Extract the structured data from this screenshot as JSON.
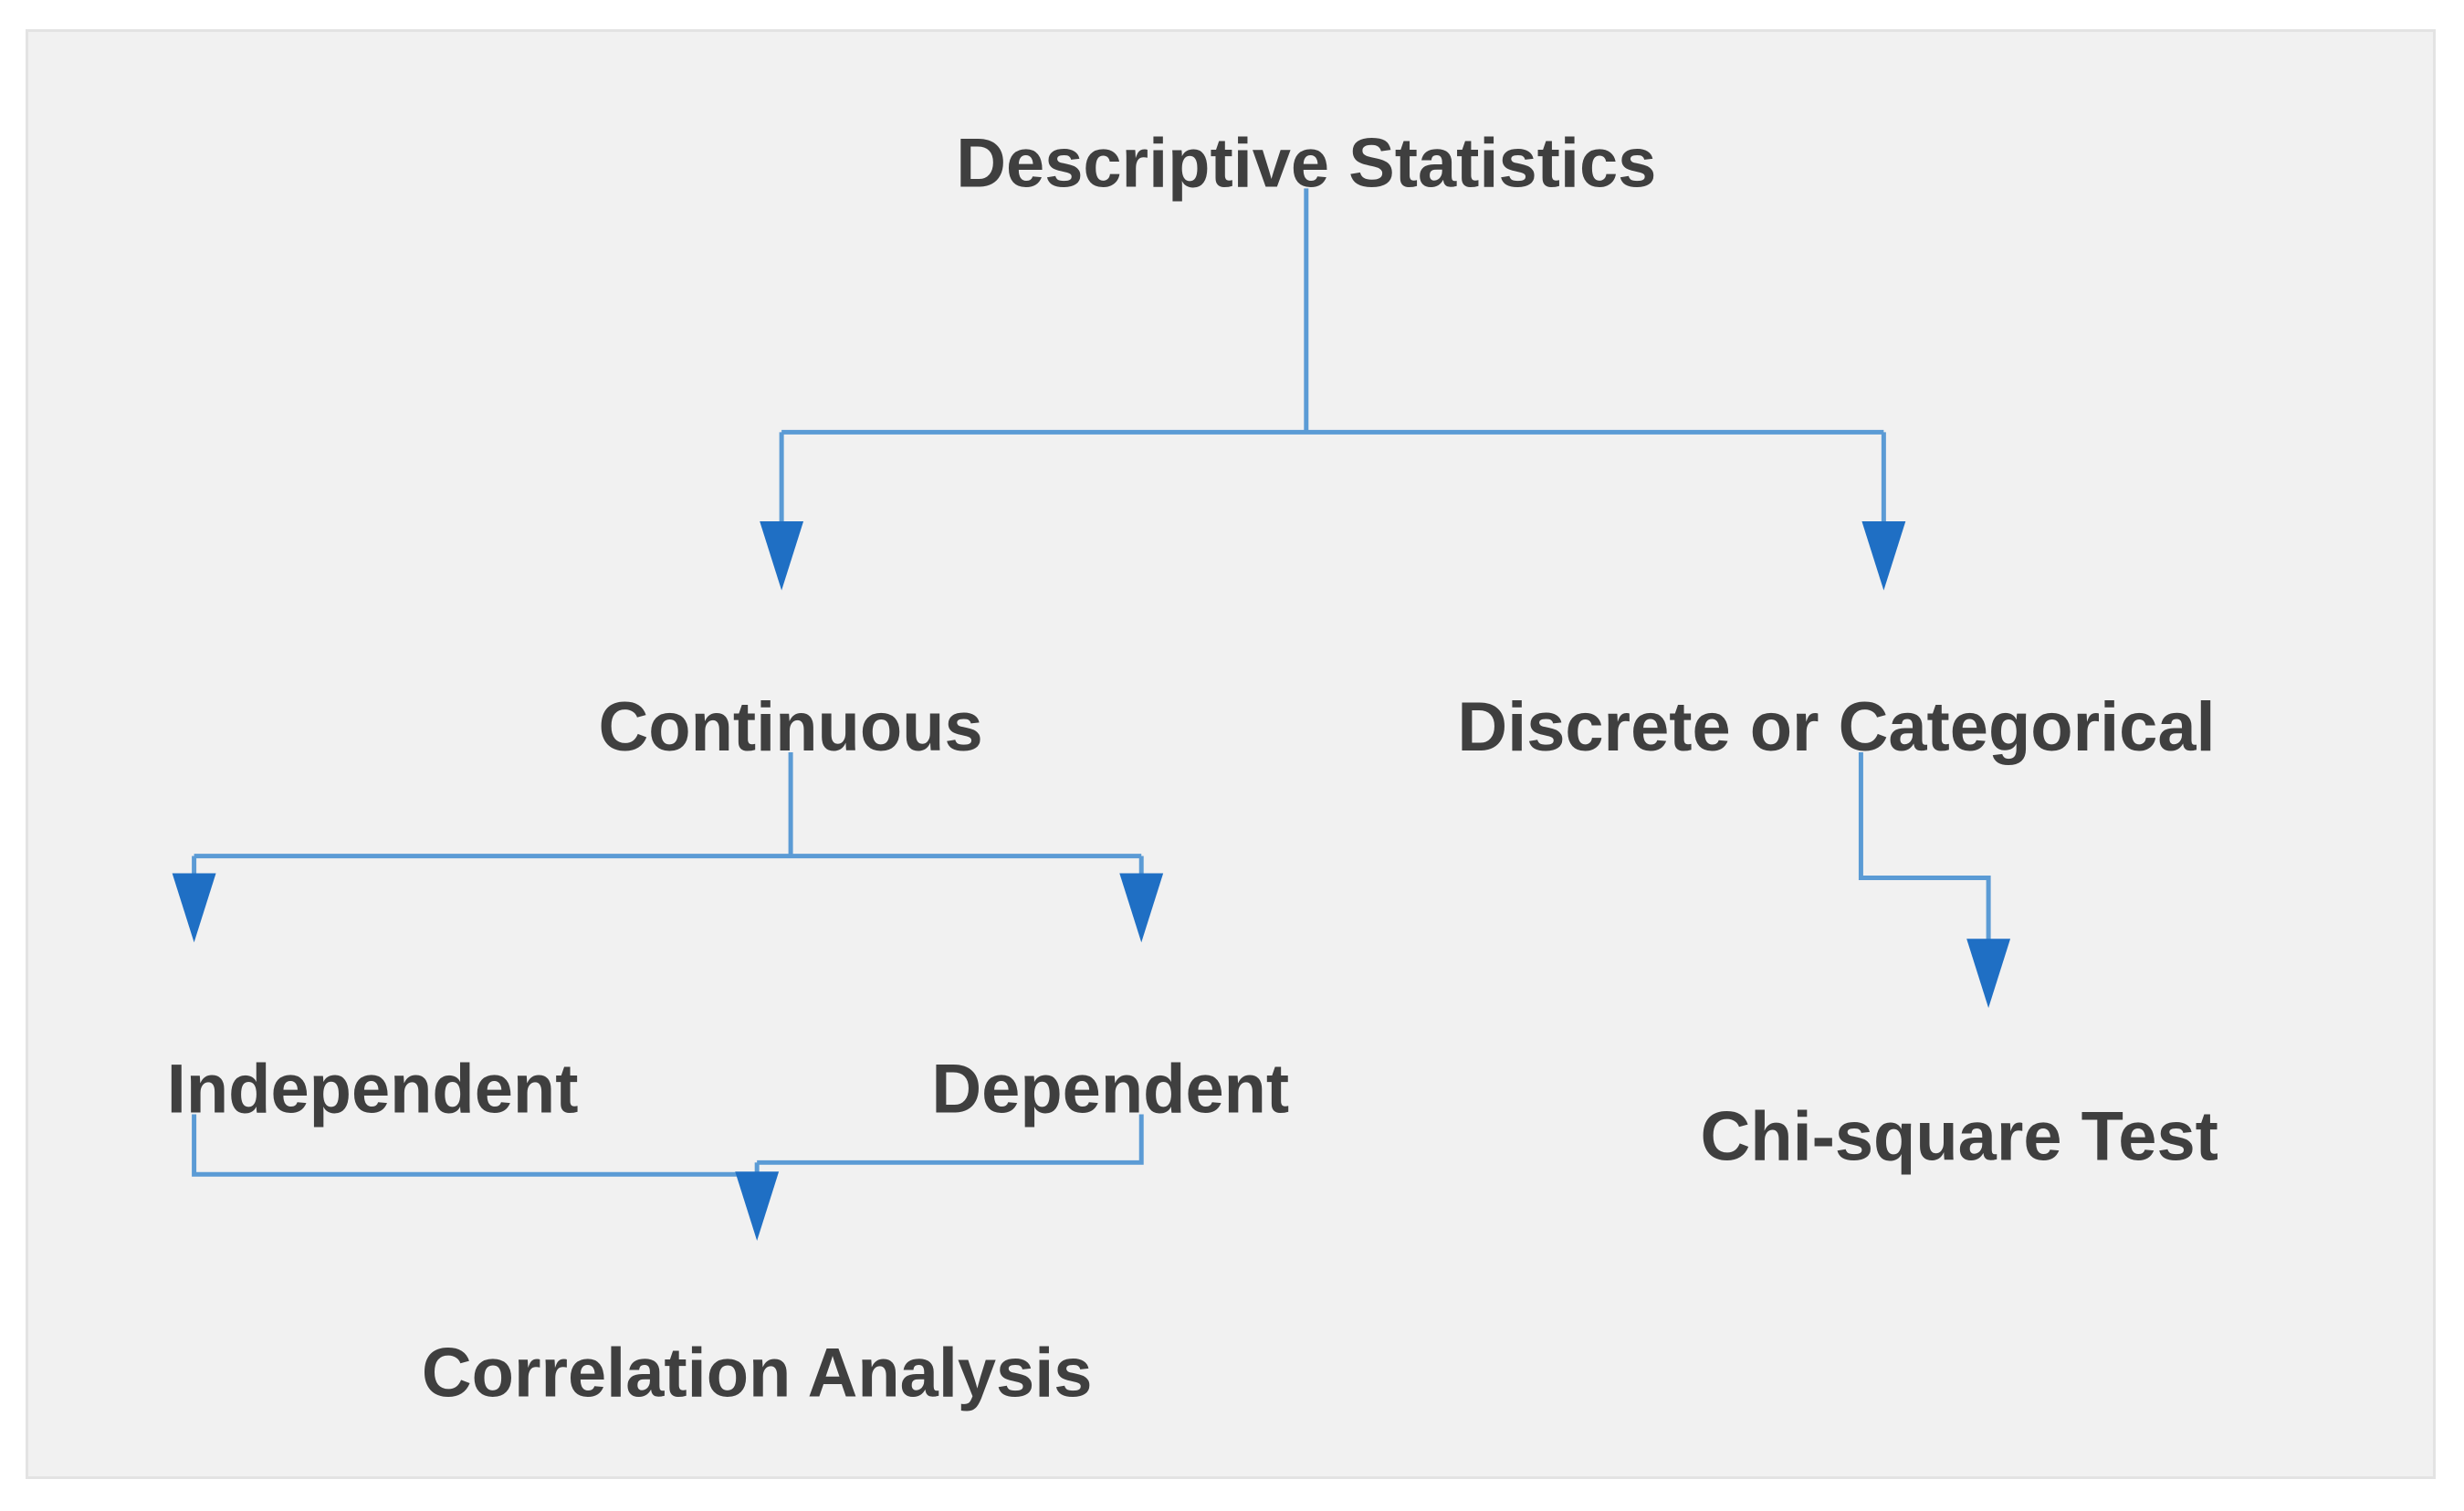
{
  "figure": {
    "title_text": "Descriptive Statistics",
    "background_color": "#f1f1f1",
    "border_color": "#e3e3e3",
    "text_color": "#3f3f3f",
    "edge_line_color": "#5b9bd5",
    "edge_arrow_color": "#1f6fc4"
  },
  "chart_data": {
    "type": "diagram",
    "diagram_kind": "flowchart-tree",
    "title": "Descriptive Statistics",
    "orientation": "top-down",
    "nodes": [
      {
        "id": "descriptive-statistics",
        "label": "Descriptive Statistics",
        "level": 0
      },
      {
        "id": "continuous",
        "label": "Continuous",
        "level": 1
      },
      {
        "id": "discrete-or-categorical",
        "label": "Discrete or Categorical",
        "level": 1
      },
      {
        "id": "independent",
        "label": "Independent",
        "level": 2
      },
      {
        "id": "dependent",
        "label": "Dependent",
        "level": 2
      },
      {
        "id": "chi-square-test",
        "label": "Chi-square Test",
        "level": 2
      },
      {
        "id": "correlation-analysis",
        "label": "Correlation Analysis",
        "level": 3
      }
    ],
    "edges": [
      {
        "from": "descriptive-statistics",
        "to": "continuous",
        "style": "elbow",
        "arrow": true
      },
      {
        "from": "descriptive-statistics",
        "to": "discrete-or-categorical",
        "style": "elbow",
        "arrow": true
      },
      {
        "from": "continuous",
        "to": "independent",
        "style": "elbow",
        "arrow": true
      },
      {
        "from": "continuous",
        "to": "dependent",
        "style": "elbow",
        "arrow": true
      },
      {
        "from": "discrete-or-categorical",
        "to": "chi-square-test",
        "style": "elbow",
        "arrow": true
      },
      {
        "from": "independent",
        "to": "correlation-analysis",
        "style": "elbow",
        "arrow": true
      },
      {
        "from": "dependent",
        "to": "correlation-analysis",
        "style": "elbow",
        "arrow": true
      }
    ]
  },
  "labels": {
    "root": "Descriptive Statistics",
    "continuous": "Continuous",
    "discrete_or_categorical": "Discrete or Categorical",
    "independent": "Independent",
    "dependent": "Dependent",
    "chi_square_test": "Chi-square Test",
    "correlation_analysis": "Correlation Analysis"
  }
}
